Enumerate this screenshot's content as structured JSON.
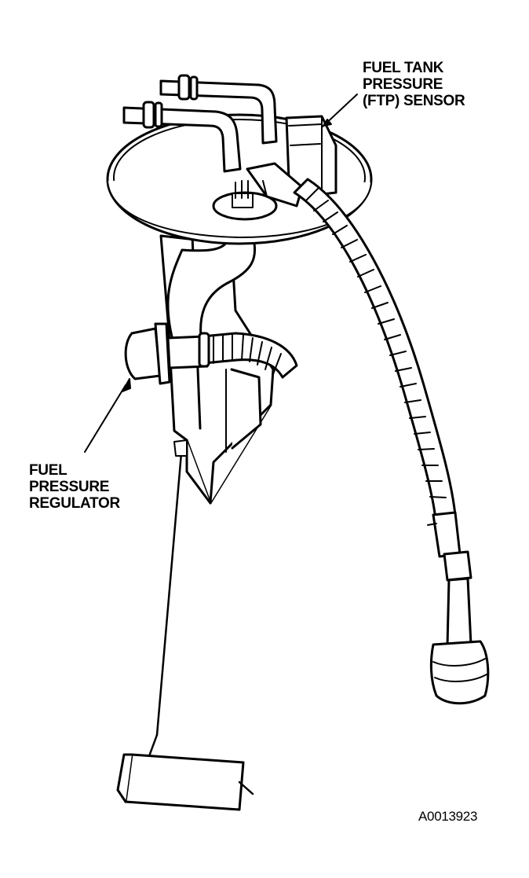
{
  "labels": {
    "ftp_sensor": [
      "FUEL TANK",
      "PRESSURE",
      "(FTP) SENSOR"
    ],
    "fuel_pressure_regulator": [
      "FUEL",
      "PRESSURE",
      "REGULATOR"
    ]
  },
  "figure_code": "A0013923",
  "colors": {
    "line": "#000000",
    "background": "#ffffff"
  }
}
